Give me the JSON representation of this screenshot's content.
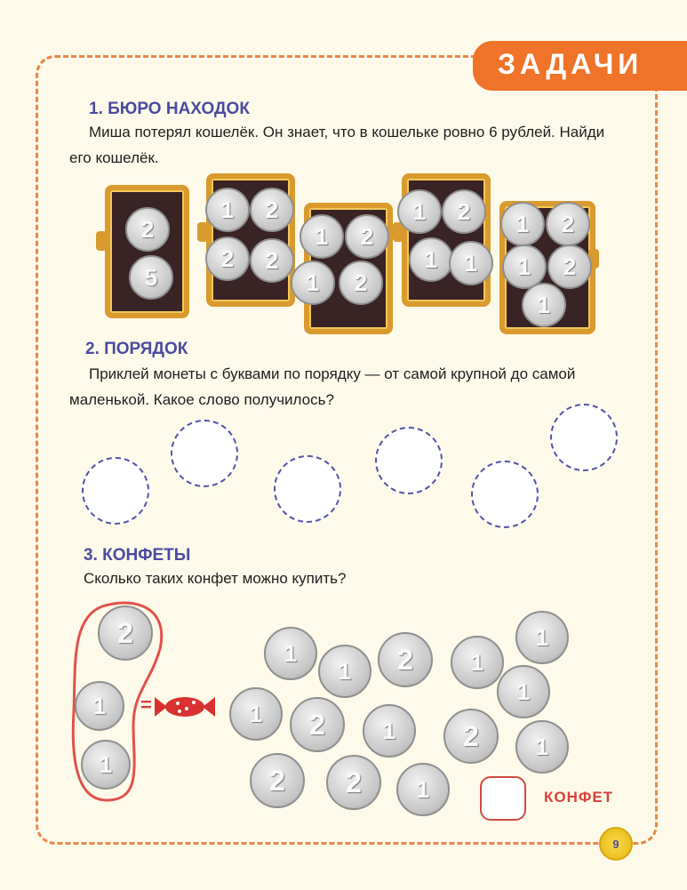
{
  "header": {
    "section_tag": "ЗАДАЧИ"
  },
  "task1": {
    "title": "1. БЮРО НАХОДОК",
    "text": "Миша потерял кошелёк. Он знает, что в кошельке ровно 6 рублей. Найди его кошелёк.",
    "wallets": [
      [
        "2",
        "5"
      ],
      [
        "1",
        "2",
        "2",
        "2"
      ],
      [
        "1",
        "2",
        "1",
        "2"
      ],
      [
        "1",
        "2",
        "1",
        "1"
      ],
      [
        "1",
        "2",
        "1",
        "2",
        "1"
      ]
    ]
  },
  "task2": {
    "title": "2. ПОРЯДОК",
    "text": "Приклей монеты с буквами по порядку — от самой крупной до самой маленькой. Какое слово получилось?"
  },
  "task3": {
    "title": "3. КОНФЕТЫ",
    "text": "Сколько таких конфет можно купить?",
    "price_coins": [
      "2",
      "1",
      "1"
    ],
    "equals": "=",
    "coins": [
      "1",
      "1",
      "2",
      "1",
      "1",
      "1",
      "1",
      "2",
      "1",
      "2",
      "1",
      "2",
      "2",
      "1"
    ],
    "answer_label": "КОНФЕТ"
  },
  "footer": {
    "page_number": "9"
  }
}
